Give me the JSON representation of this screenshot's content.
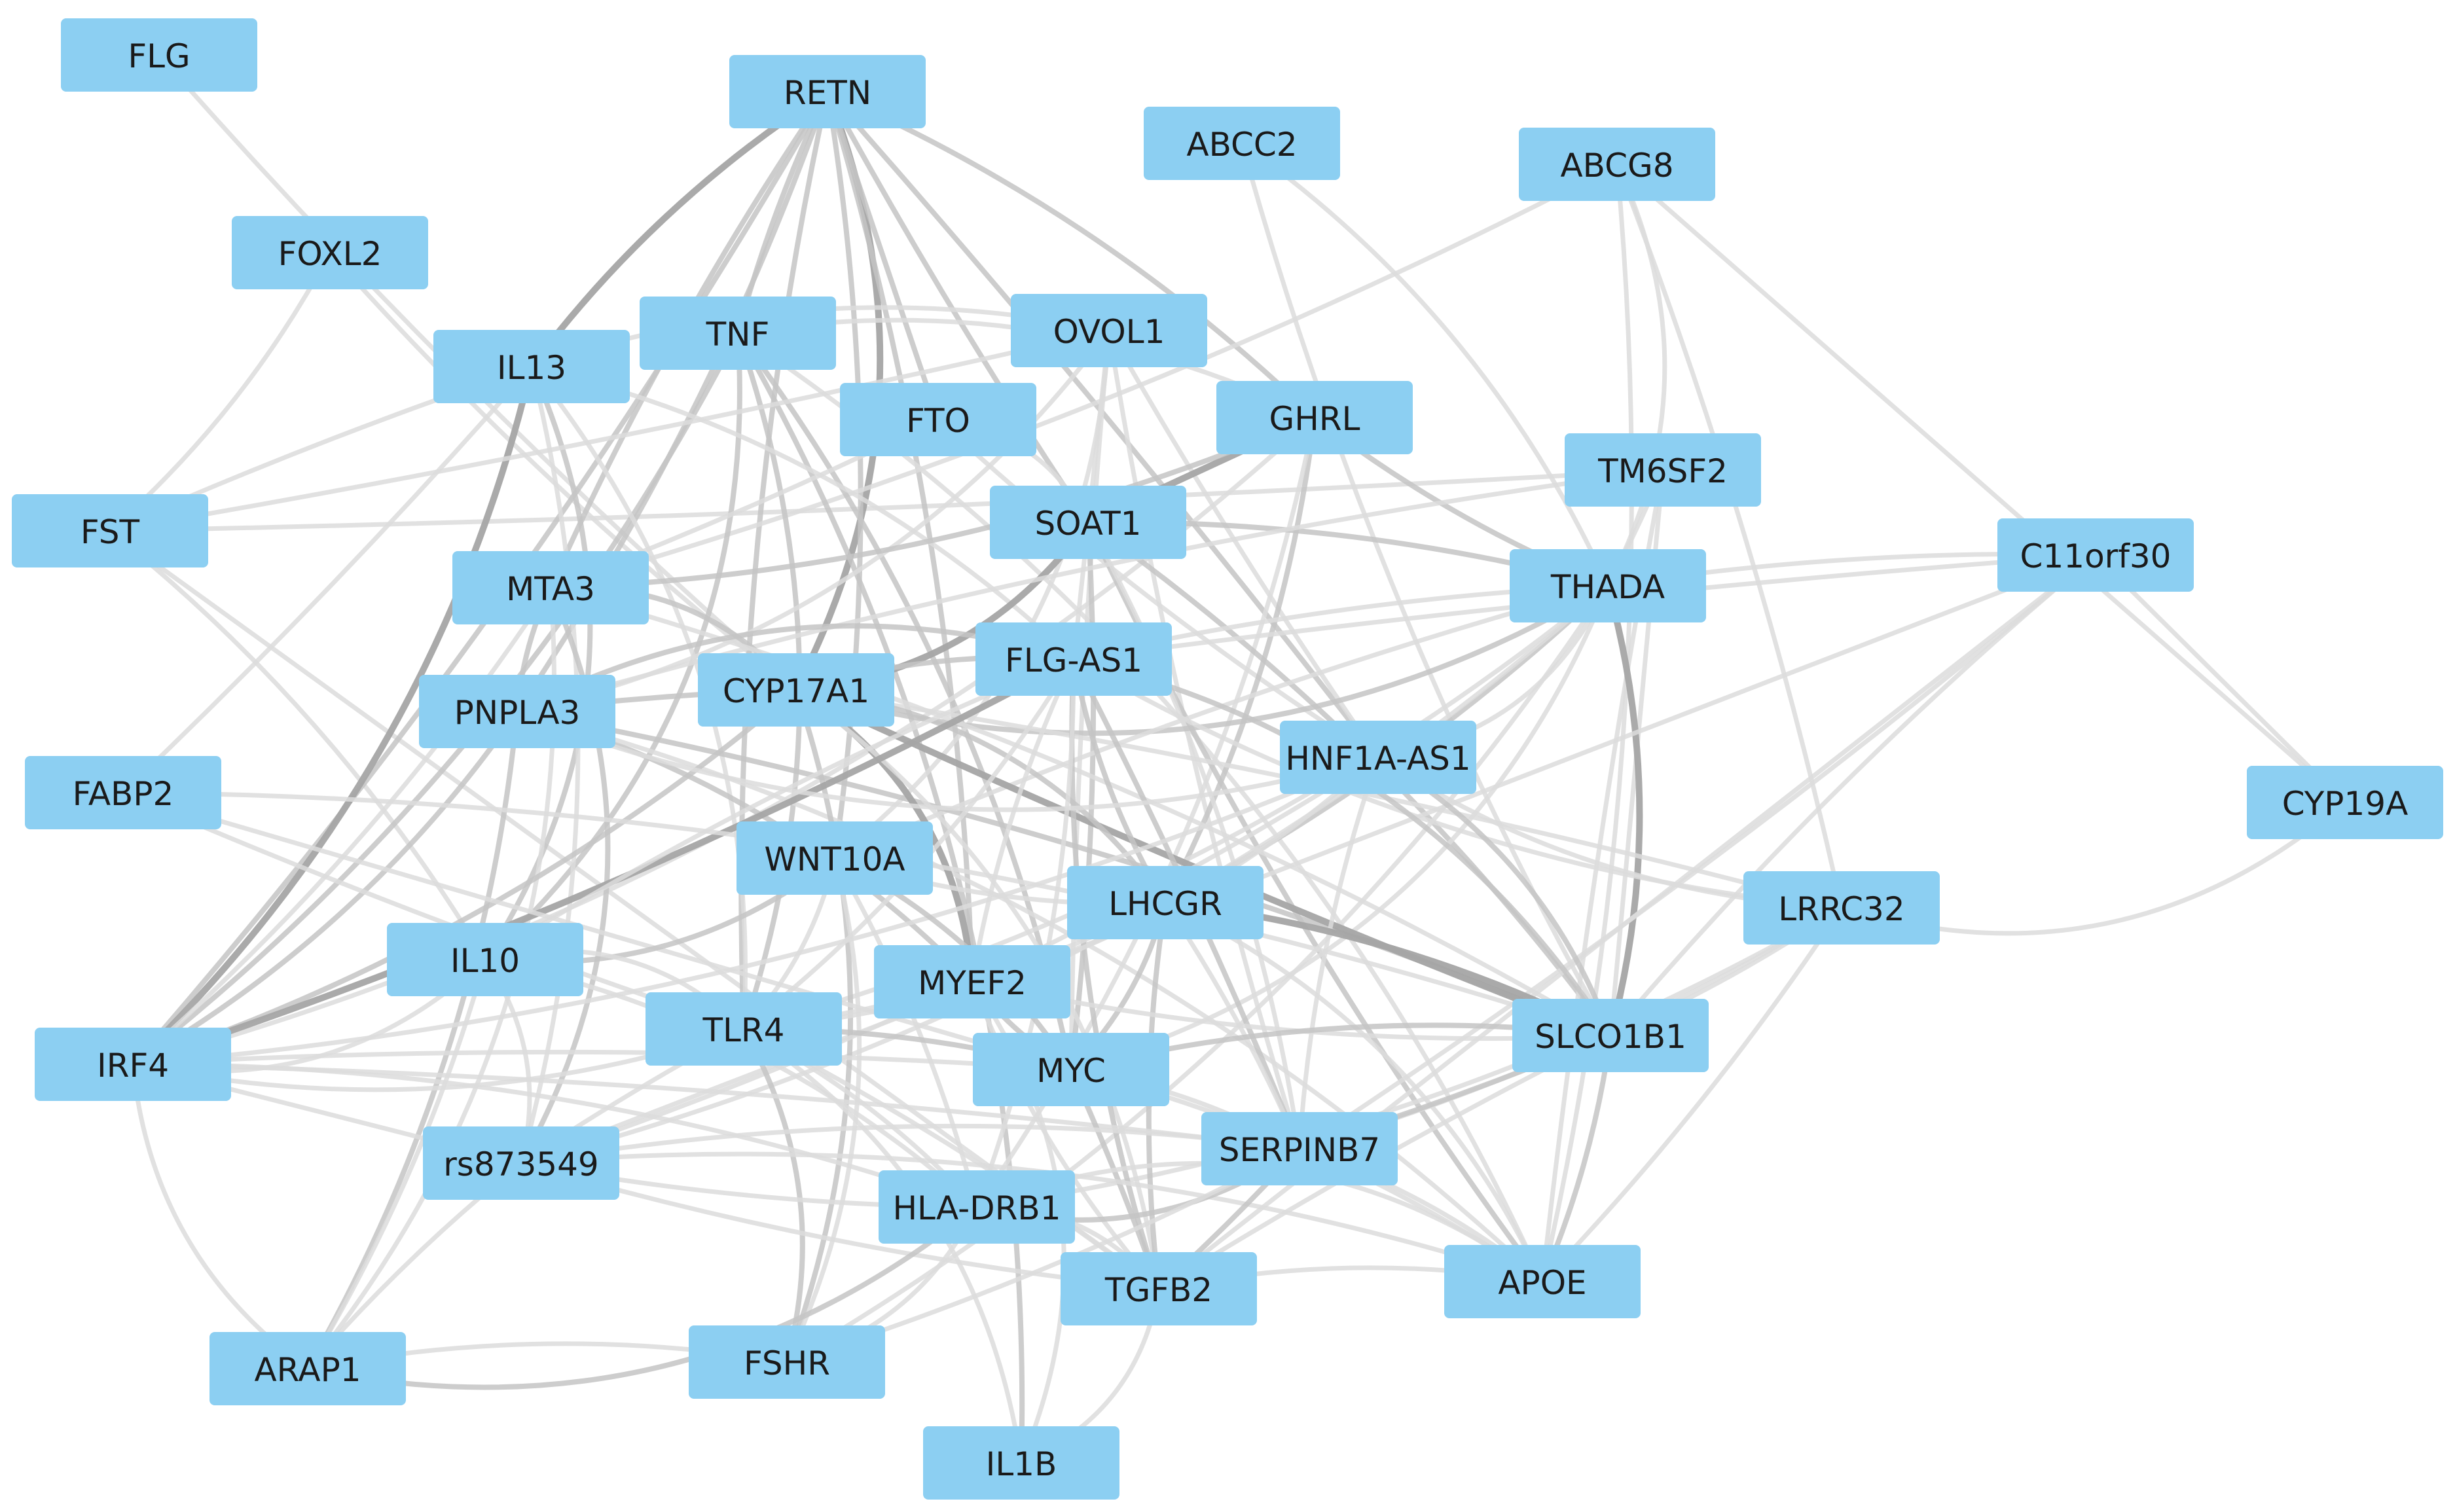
{
  "colors": {
    "node_fill": "#8ccff2",
    "label_text": "#1a1a1a",
    "edge_light": "#dcdcdc",
    "edge_mid": "#c4c4c4",
    "edge_dark": "#a5a5a5",
    "background": "#ffffff"
  },
  "nodes": [
    {
      "id": "FLG",
      "label": "FLG"
    },
    {
      "id": "RETN",
      "label": "RETN"
    },
    {
      "id": "ABCC2",
      "label": "ABCC2"
    },
    {
      "id": "ABCG8",
      "label": "ABCG8"
    },
    {
      "id": "FOXL2",
      "label": "FOXL2"
    },
    {
      "id": "TNF",
      "label": "TNF"
    },
    {
      "id": "OVOL1",
      "label": "OVOL1"
    },
    {
      "id": "IL13",
      "label": "IL13"
    },
    {
      "id": "FTO",
      "label": "FTO"
    },
    {
      "id": "GHRL",
      "label": "GHRL"
    },
    {
      "id": "TM6SF2",
      "label": "TM6SF2"
    },
    {
      "id": "FST",
      "label": "FST"
    },
    {
      "id": "SOAT1",
      "label": "SOAT1"
    },
    {
      "id": "C11orf30",
      "label": "C11orf30"
    },
    {
      "id": "MTA3",
      "label": "MTA3"
    },
    {
      "id": "THADA",
      "label": "THADA"
    },
    {
      "id": "FLG-AS1",
      "label": "FLG-AS1"
    },
    {
      "id": "PNPLA3",
      "label": "PNPLA3"
    },
    {
      "id": "CYP17A1",
      "label": "CYP17A1"
    },
    {
      "id": "HNF1A-AS1",
      "label": "HNF1A-AS1"
    },
    {
      "id": "FABP2",
      "label": "FABP2"
    },
    {
      "id": "CYP19A",
      "label": "CYP19A"
    },
    {
      "id": "WNT10A",
      "label": "WNT10A"
    },
    {
      "id": "LHCGR",
      "label": "LHCGR"
    },
    {
      "id": "LRRC32",
      "label": "LRRC32"
    },
    {
      "id": "IL10",
      "label": "IL10"
    },
    {
      "id": "MYEF2",
      "label": "MYEF2"
    },
    {
      "id": "TLR4",
      "label": "TLR4"
    },
    {
      "id": "SLCO1B1",
      "label": "SLCO1B1"
    },
    {
      "id": "IRF4",
      "label": "IRF4"
    },
    {
      "id": "MYC",
      "label": "MYC"
    },
    {
      "id": "rs873549",
      "label": "rs873549"
    },
    {
      "id": "SERPINB7",
      "label": "SERPINB7"
    },
    {
      "id": "HLA-DRB1",
      "label": "HLA-DRB1"
    },
    {
      "id": "APOE",
      "label": "APOE"
    },
    {
      "id": "TGFB2",
      "label": "TGFB2"
    },
    {
      "id": "ARAP1",
      "label": "ARAP1"
    },
    {
      "id": "FSHR",
      "label": "FSHR"
    },
    {
      "id": "IL1B",
      "label": "IL1B"
    }
  ],
  "edges": [
    {
      "source": "FLG",
      "target": "CYP17A1",
      "weight": 1
    },
    {
      "source": "FOXL2",
      "target": "FST",
      "weight": 1
    },
    {
      "source": "FOXL2",
      "target": "CYP17A1",
      "weight": 1
    },
    {
      "source": "FST",
      "target": "IL13",
      "weight": 1
    },
    {
      "source": "FST",
      "target": "TM6SF2",
      "weight": 1
    },
    {
      "source": "FST",
      "target": "IL10",
      "weight": 1
    },
    {
      "source": "FST",
      "target": "TGFB2",
      "weight": 1
    },
    {
      "source": "RETN",
      "target": "IL13",
      "weight": 3
    },
    {
      "source": "RETN",
      "target": "TNF",
      "weight": 2
    },
    {
      "source": "RETN",
      "target": "MTA3",
      "weight": 2
    },
    {
      "source": "RETN",
      "target": "PNPLA3",
      "weight": 2
    },
    {
      "source": "RETN",
      "target": "CYP17A1",
      "weight": 3
    },
    {
      "source": "RETN",
      "target": "SOAT1",
      "weight": 2
    },
    {
      "source": "RETN",
      "target": "GHRL",
      "weight": 2
    },
    {
      "source": "RETN",
      "target": "FTO",
      "weight": 2
    },
    {
      "source": "RETN",
      "target": "WNT10A",
      "weight": 2
    },
    {
      "source": "RETN",
      "target": "MYEF2",
      "weight": 2
    },
    {
      "source": "RETN",
      "target": "HNF1A-AS1",
      "weight": 2
    },
    {
      "source": "RETN",
      "target": "TLR4",
      "weight": 2
    },
    {
      "source": "RETN",
      "target": "IRF4",
      "weight": 2
    },
    {
      "source": "ABCC2",
      "target": "THADA",
      "weight": 1
    },
    {
      "source": "ABCC2",
      "target": "SLCO1B1",
      "weight": 1
    },
    {
      "source": "ABCG8",
      "target": "MTA3",
      "weight": 1
    },
    {
      "source": "ABCG8",
      "target": "CYP19A",
      "weight": 1
    },
    {
      "source": "ABCG8",
      "target": "THADA",
      "weight": 1
    },
    {
      "source": "ABCG8",
      "target": "APOE",
      "weight": 1
    },
    {
      "source": "ABCG8",
      "target": "LRRC32",
      "weight": 1
    },
    {
      "source": "TNF",
      "target": "IL10",
      "weight": 2
    },
    {
      "source": "TNF",
      "target": "TLR4",
      "weight": 2
    },
    {
      "source": "TNF",
      "target": "MYC",
      "weight": 2
    },
    {
      "source": "TNF",
      "target": "IL1B",
      "weight": 2
    },
    {
      "source": "TNF",
      "target": "IRF4",
      "weight": 2
    },
    {
      "source": "TNF",
      "target": "GHRL",
      "weight": 1
    },
    {
      "source": "TNF",
      "target": "APOE",
      "weight": 1
    },
    {
      "source": "IL13",
      "target": "IRF4",
      "weight": 3
    },
    {
      "source": "IL13",
      "target": "OVOL1",
      "weight": 1
    },
    {
      "source": "IL13",
      "target": "IL10",
      "weight": 2
    },
    {
      "source": "IL13",
      "target": "rs873549",
      "weight": 1
    },
    {
      "source": "IL13",
      "target": "TLR4",
      "weight": 1
    },
    {
      "source": "IL13",
      "target": "FLG-AS1",
      "weight": 1
    },
    {
      "source": "OVOL1",
      "target": "FST",
      "weight": 1
    },
    {
      "source": "OVOL1",
      "target": "FLG-AS1",
      "weight": 1
    },
    {
      "source": "OVOL1",
      "target": "HNF1A-AS1",
      "weight": 1
    },
    {
      "source": "OVOL1",
      "target": "SERPINB7",
      "weight": 1
    },
    {
      "source": "OVOL1",
      "target": "MYC",
      "weight": 1
    },
    {
      "source": "OVOL1",
      "target": "WNT10A",
      "weight": 1
    },
    {
      "source": "OVOL1",
      "target": "PNPLA3",
      "weight": 1
    },
    {
      "source": "FTO",
      "target": "MTA3",
      "weight": 1
    },
    {
      "source": "FTO",
      "target": "SOAT1",
      "weight": 1
    },
    {
      "source": "FTO",
      "target": "HNF1A-AS1",
      "weight": 1
    },
    {
      "source": "GHRL",
      "target": "SOAT1",
      "weight": 3
    },
    {
      "source": "GHRL",
      "target": "LHCGR",
      "weight": 2
    },
    {
      "source": "GHRL",
      "target": "THADA",
      "weight": 2
    },
    {
      "source": "GHRL",
      "target": "MTA3",
      "weight": 2
    },
    {
      "source": "GHRL",
      "target": "IRF4",
      "weight": 1
    },
    {
      "source": "GHRL",
      "target": "HLA-DRB1",
      "weight": 1
    },
    {
      "source": "SOAT1",
      "target": "CYP17A1",
      "weight": 3
    },
    {
      "source": "SOAT1",
      "target": "THADA",
      "weight": 2
    },
    {
      "source": "SOAT1",
      "target": "SLCO1B1",
      "weight": 2
    },
    {
      "source": "SOAT1",
      "target": "APOE",
      "weight": 2
    },
    {
      "source": "SOAT1",
      "target": "MYC",
      "weight": 2
    },
    {
      "source": "SOAT1",
      "target": "SERPINB7",
      "weight": 1
    },
    {
      "source": "TM6SF2",
      "target": "PNPLA3",
      "weight": 1
    },
    {
      "source": "TM6SF2",
      "target": "SLCO1B1",
      "weight": 1
    },
    {
      "source": "TM6SF2",
      "target": "APOE",
      "weight": 1
    },
    {
      "source": "TM6SF2",
      "target": "THADA",
      "weight": 1
    },
    {
      "source": "THADA",
      "target": "SLCO1B1",
      "weight": 3
    },
    {
      "source": "THADA",
      "target": "CYP17A1",
      "weight": 2
    },
    {
      "source": "THADA",
      "target": "LHCGR",
      "weight": 2
    },
    {
      "source": "THADA",
      "target": "FSHR",
      "weight": 1
    },
    {
      "source": "THADA",
      "target": "rs873549",
      "weight": 1
    },
    {
      "source": "THADA",
      "target": "C11orf30",
      "weight": 1
    },
    {
      "source": "THADA",
      "target": "HNF1A-AS1",
      "weight": 1
    },
    {
      "source": "THADA",
      "target": "WNT10A",
      "weight": 1
    },
    {
      "source": "THADA",
      "target": "MYC",
      "weight": 1
    },
    {
      "source": "THADA",
      "target": "TLR4",
      "weight": 1
    },
    {
      "source": "THADA",
      "target": "FLG-AS1",
      "weight": 1
    },
    {
      "source": "C11orf30",
      "target": "CYP19A",
      "weight": 1
    },
    {
      "source": "C11orf30",
      "target": "FLG-AS1",
      "weight": 1
    },
    {
      "source": "C11orf30",
      "target": "SERPINB7",
      "weight": 1
    },
    {
      "source": "C11orf30",
      "target": "TGFB2",
      "weight": 1
    },
    {
      "source": "C11orf30",
      "target": "SLCO1B1",
      "weight": 1
    },
    {
      "source": "C11orf30",
      "target": "rs873549",
      "weight": 1
    },
    {
      "source": "CYP19A",
      "target": "LRRC32",
      "weight": 1
    },
    {
      "source": "LRRC32",
      "target": "HNF1A-AS1",
      "weight": 1
    },
    {
      "source": "LRRC32",
      "target": "SERPINB7",
      "weight": 1
    },
    {
      "source": "LRRC32",
      "target": "APOE",
      "weight": 1
    },
    {
      "source": "LRRC32",
      "target": "HLA-DRB1",
      "weight": 1
    },
    {
      "source": "LRRC32",
      "target": "FLG-AS1",
      "weight": 1
    },
    {
      "source": "LRRC32",
      "target": "CYP17A1",
      "weight": 1
    },
    {
      "source": "MTA3",
      "target": "CYP17A1",
      "weight": 2
    },
    {
      "source": "MTA3",
      "target": "PNPLA3",
      "weight": 2
    },
    {
      "source": "MTA3",
      "target": "rs873549",
      "weight": 2
    },
    {
      "source": "MTA3",
      "target": "IRF4",
      "weight": 1
    },
    {
      "source": "MTA3",
      "target": "ARAP1",
      "weight": 1
    },
    {
      "source": "MTA3",
      "target": "SLCO1B1",
      "weight": 1
    },
    {
      "source": "PNPLA3",
      "target": "CYP17A1",
      "weight": 2
    },
    {
      "source": "PNPLA3",
      "target": "ARAP1",
      "weight": 2
    },
    {
      "source": "PNPLA3",
      "target": "IRF4",
      "weight": 2
    },
    {
      "source": "PNPLA3",
      "target": "SLCO1B1",
      "weight": 2
    },
    {
      "source": "PNPLA3",
      "target": "FLG-AS1",
      "weight": 2
    },
    {
      "source": "PNPLA3",
      "target": "MYEF2",
      "weight": 2
    },
    {
      "source": "PNPLA3",
      "target": "APOE",
      "weight": 1
    },
    {
      "source": "CYP17A1",
      "target": "SLCO1B1",
      "weight": 3
    },
    {
      "source": "CYP17A1",
      "target": "MYEF2",
      "weight": 3
    },
    {
      "source": "CYP17A1",
      "target": "IRF4",
      "weight": 2
    },
    {
      "source": "CYP17A1",
      "target": "LHCGR",
      "weight": 2
    },
    {
      "source": "CYP17A1",
      "target": "FSHR",
      "weight": 2
    },
    {
      "source": "CYP17A1",
      "target": "TGFB2",
      "weight": 1
    },
    {
      "source": "CYP17A1",
      "target": "FLG-AS1",
      "weight": 2
    },
    {
      "source": "FLG-AS1",
      "target": "IRF4",
      "weight": 3
    },
    {
      "source": "FLG-AS1",
      "target": "SLCO1B1",
      "weight": 2
    },
    {
      "source": "FLG-AS1",
      "target": "TGFB2",
      "weight": 2
    },
    {
      "source": "FLG-AS1",
      "target": "SERPINB7",
      "weight": 2
    },
    {
      "source": "FLG-AS1",
      "target": "LHCGR",
      "weight": 2
    },
    {
      "source": "FLG-AS1",
      "target": "MYEF2",
      "weight": 1
    },
    {
      "source": "FLG-AS1",
      "target": "HLA-DRB1",
      "weight": 1
    },
    {
      "source": "FLG-AS1",
      "target": "IL10",
      "weight": 1
    },
    {
      "source": "FLG-AS1",
      "target": "TLR4",
      "weight": 1
    },
    {
      "source": "HNF1A-AS1",
      "target": "SLCO1B1",
      "weight": 2
    },
    {
      "source": "HNF1A-AS1",
      "target": "SERPINB7",
      "weight": 1
    },
    {
      "source": "HNF1A-AS1",
      "target": "PNPLA3",
      "weight": 1
    },
    {
      "source": "HNF1A-AS1",
      "target": "rs873549",
      "weight": 1
    },
    {
      "source": "HNF1A-AS1",
      "target": "IRF4",
      "weight": 1
    },
    {
      "source": "HNF1A-AS1",
      "target": "TLR4",
      "weight": 1
    },
    {
      "source": "FABP2",
      "target": "IL13",
      "weight": 1
    },
    {
      "source": "FABP2",
      "target": "SLCO1B1",
      "weight": 1
    },
    {
      "source": "FABP2",
      "target": "MYC",
      "weight": 1
    },
    {
      "source": "FABP2",
      "target": "TLR4",
      "weight": 1
    },
    {
      "source": "WNT10A",
      "target": "IL10",
      "weight": 2
    },
    {
      "source": "WNT10A",
      "target": "MYC",
      "weight": 2
    },
    {
      "source": "WNT10A",
      "target": "FSHR",
      "weight": 1
    },
    {
      "source": "WNT10A",
      "target": "TLR4",
      "weight": 1
    },
    {
      "source": "WNT10A",
      "target": "LHCGR",
      "weight": 1
    },
    {
      "source": "WNT10A",
      "target": "HLA-DRB1",
      "weight": 1
    },
    {
      "source": "LHCGR",
      "target": "SLCO1B1",
      "weight": 3
    },
    {
      "source": "LHCGR",
      "target": "MYC",
      "weight": 2
    },
    {
      "source": "LHCGR",
      "target": "TGFB2",
      "weight": 2
    },
    {
      "source": "LHCGR",
      "target": "SERPINB7",
      "weight": 1
    },
    {
      "source": "LHCGR",
      "target": "APOE",
      "weight": 1
    },
    {
      "source": "LHCGR",
      "target": "TLR4",
      "weight": 1
    },
    {
      "source": "IL10",
      "target": "rs873549",
      "weight": 1
    },
    {
      "source": "IL10",
      "target": "HLA-DRB1",
      "weight": 1
    },
    {
      "source": "IL10",
      "target": "IRF4",
      "weight": 1
    },
    {
      "source": "IL10",
      "target": "ARAP1",
      "weight": 1
    },
    {
      "source": "IL10",
      "target": "TLR4",
      "weight": 1
    },
    {
      "source": "MYEF2",
      "target": "MYC",
      "weight": 2
    },
    {
      "source": "MYEF2",
      "target": "SLCO1B1",
      "weight": 1
    },
    {
      "source": "MYEF2",
      "target": "TGFB2",
      "weight": 1
    },
    {
      "source": "MYEF2",
      "target": "IL1B",
      "weight": 1
    },
    {
      "source": "TLR4",
      "target": "MYC",
      "weight": 2
    },
    {
      "source": "TLR4",
      "target": "FSHR",
      "weight": 2
    },
    {
      "source": "TLR4",
      "target": "IRF4",
      "weight": 1
    },
    {
      "source": "TLR4",
      "target": "rs873549",
      "weight": 1
    },
    {
      "source": "TLR4",
      "target": "IL1B",
      "weight": 1
    },
    {
      "source": "TLR4",
      "target": "HLA-DRB1",
      "weight": 1
    },
    {
      "source": "TLR4",
      "target": "TGFB2",
      "weight": 1
    },
    {
      "source": "SLCO1B1",
      "target": "SERPINB7",
      "weight": 2
    },
    {
      "source": "SLCO1B1",
      "target": "APOE",
      "weight": 2
    },
    {
      "source": "SLCO1B1",
      "target": "MYC",
      "weight": 2
    },
    {
      "source": "SLCO1B1",
      "target": "TGFB2",
      "weight": 1
    },
    {
      "source": "SLCO1B1",
      "target": "LRRC32",
      "weight": 1
    },
    {
      "source": "IRF4",
      "target": "rs873549",
      "weight": 1
    },
    {
      "source": "IRF4",
      "target": "HLA-DRB1",
      "weight": 1
    },
    {
      "source": "IRF4",
      "target": "MYC",
      "weight": 1
    },
    {
      "source": "IRF4",
      "target": "SERPINB7",
      "weight": 1
    },
    {
      "source": "MYC",
      "target": "SERPINB7",
      "weight": 1
    },
    {
      "source": "MYC",
      "target": "TGFB2",
      "weight": 2
    },
    {
      "source": "MYC",
      "target": "APOE",
      "weight": 1
    },
    {
      "source": "rs873549",
      "target": "SERPINB7",
      "weight": 1
    },
    {
      "source": "rs873549",
      "target": "HLA-DRB1",
      "weight": 1
    },
    {
      "source": "rs873549",
      "target": "TGFB2",
      "weight": 1
    },
    {
      "source": "rs873549",
      "target": "APOE",
      "weight": 1
    },
    {
      "source": "rs873549",
      "target": "ARAP1",
      "weight": 1
    },
    {
      "source": "SERPINB7",
      "target": "HLA-DRB1",
      "weight": 2
    },
    {
      "source": "SERPINB7",
      "target": "TGFB2",
      "weight": 2
    },
    {
      "source": "SERPINB7",
      "target": "APOE",
      "weight": 1
    },
    {
      "source": "SERPINB7",
      "target": "FSHR",
      "weight": 1
    },
    {
      "source": "HLA-DRB1",
      "target": "ARAP1",
      "weight": 2
    },
    {
      "source": "HLA-DRB1",
      "target": "TGFB2",
      "weight": 1
    },
    {
      "source": "HLA-DRB1",
      "target": "FSHR",
      "weight": 1
    },
    {
      "source": "HLA-DRB1",
      "target": "APOE",
      "weight": 1
    },
    {
      "source": "TGFB2",
      "target": "APOE",
      "weight": 1
    },
    {
      "source": "TGFB2",
      "target": "IL1B",
      "weight": 1
    },
    {
      "source": "ARAP1",
      "target": "FSHR",
      "weight": 1
    },
    {
      "source": "ARAP1",
      "target": "IRF4",
      "weight": 1
    }
  ]
}
